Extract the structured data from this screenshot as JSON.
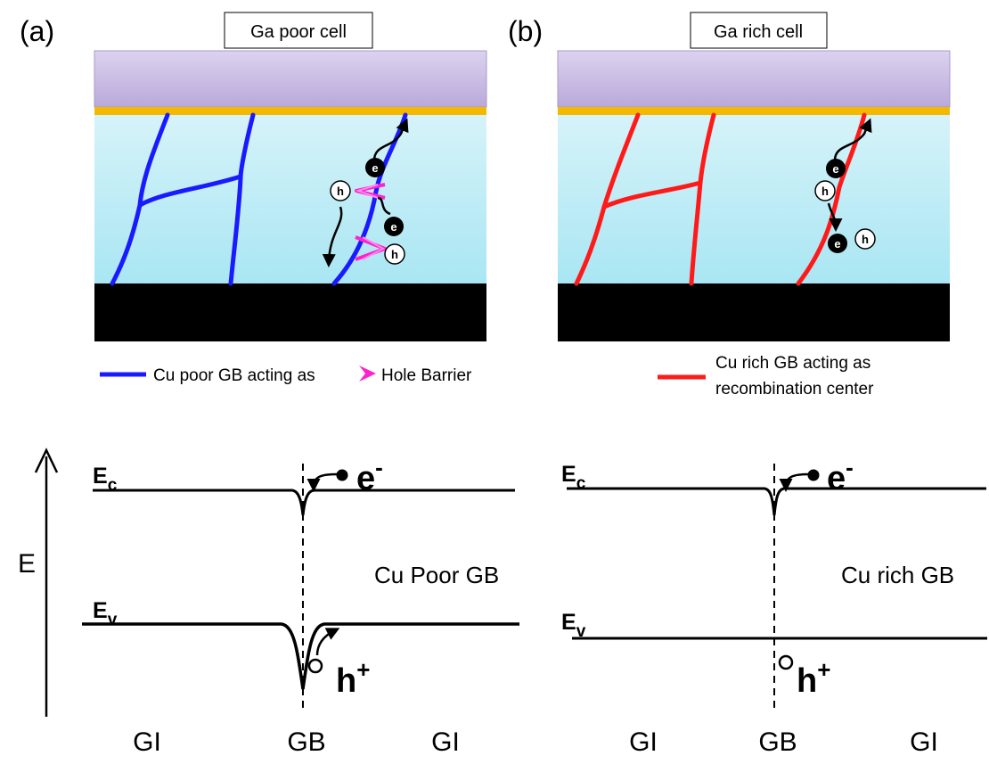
{
  "panel_a": {
    "letter": "(a)",
    "cell_title": "Ga poor cell",
    "legend_text": "Cu poor GB acting as",
    "legend_marker_text": "Hole Barrier",
    "gb_color": "#1a1aff"
  },
  "panel_b": {
    "letter": "(b)",
    "cell_title": "Ga rich cell",
    "legend_text_line1": "Cu rich GB acting as",
    "legend_text_line2": "recombination center",
    "gb_color": "#ff1a1a"
  },
  "carriers": {
    "electron": "e",
    "hole": "h"
  },
  "band_left": {
    "ec_main": "E",
    "ec_sub": "c",
    "ev_main": "E",
    "ev_sub": "v",
    "electron_main": "e",
    "electron_sup": "-",
    "hole_main": "h",
    "hole_sup": "+",
    "gb_type": "Cu Poor GB",
    "x_labels": [
      "GI",
      "GB",
      "GI"
    ]
  },
  "band_right": {
    "ec_main": "E",
    "ec_sub": "c",
    "ev_main": "E",
    "ev_sub": "v",
    "electron_main": "e",
    "electron_sup": "-",
    "hole_main": "h",
    "hole_sup": "+",
    "gb_type": "Cu rich GB",
    "x_labels": [
      "GI",
      "GB",
      "GI"
    ]
  },
  "energy_axis_label": "E",
  "colors": {
    "top_layer": "#cbbfe3",
    "contact_strip": "#f5b800",
    "absorber": "#c2ecf5",
    "back_contact": "#000000",
    "hole_barrier_marker": "#ff22cc"
  }
}
